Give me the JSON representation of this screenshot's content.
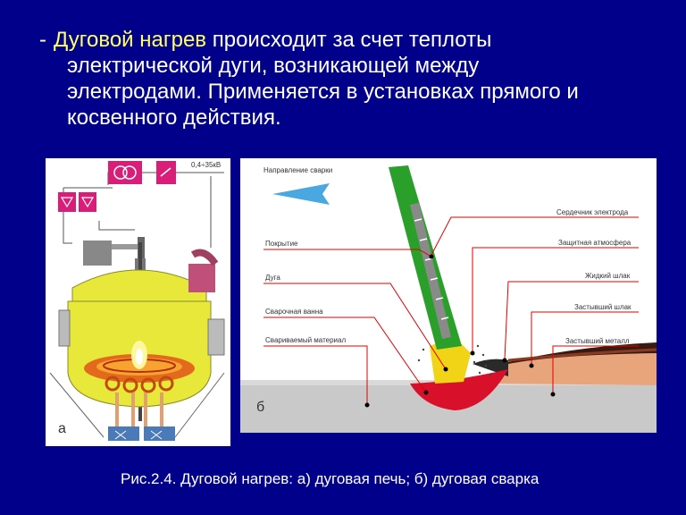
{
  "bullet": {
    "dash": "-",
    "term": "Дуговой нагрев",
    "line1": " происходит за счет теплоты",
    "line2": "электрической дуги, возникающей между",
    "line3": "электродами. Применяется в установках прямого и",
    "line4": "косвенного действия."
  },
  "figure_a": {
    "voltage_label": "0,4÷35кВ",
    "panel_letter": "а"
  },
  "figure_b": {
    "direction_label": "Направление сварки",
    "panel_letter": "б",
    "labels_left": [
      "Покрытие",
      "Дуга",
      "Сварочная ванна",
      "Свариваемый материал"
    ],
    "labels_right": [
      "Сердечник электрода",
      "Защитная атмосфера",
      "Жидкий шлак",
      "Застывший шлак",
      "Застывший металл"
    ]
  },
  "caption": "Рис.2.4. Дуговой нагрев: а) дуговая печь; б) дуговая сварка",
  "colors": {
    "background": "#00008a",
    "term": "#ffff66",
    "electrode": "#2aa02a",
    "weld_pool": "#d8102a",
    "base_metal": "#c9c9c9",
    "furnace": "#e8e83a"
  }
}
